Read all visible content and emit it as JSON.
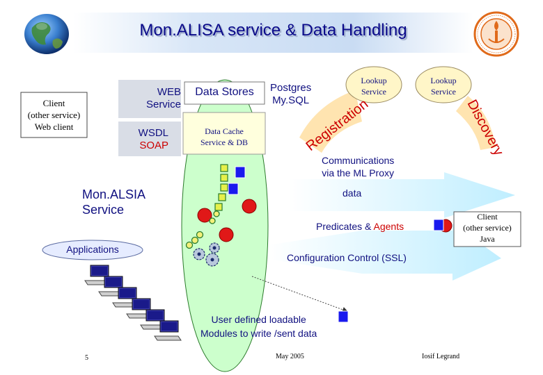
{
  "title": "Mon.ALISA service & Data Handling",
  "client_web": [
    "Client",
    "(other service)",
    "Web client"
  ],
  "web_service": [
    "WEB",
    "Service"
  ],
  "wsdl_soap": [
    "WSDL",
    "SOAP"
  ],
  "data_stores": "Data Stores",
  "postgres": [
    "Postgres",
    "My.SQL"
  ],
  "data_cache": [
    "Data Cache",
    "Service & DB"
  ],
  "lookup_1": [
    "Lookup",
    "Service"
  ],
  "lookup_2": [
    "Lookup",
    "Service"
  ],
  "registration": "Registration",
  "discovery": "Discovery",
  "communications": [
    "Communications",
    "via the  ML Proxy"
  ],
  "data_label": "data",
  "monalisa_service": [
    "Mon.ALSIA",
    "Service"
  ],
  "predicates": "Predicates",
  "ampersand": "&",
  "agents": "Agents",
  "client_java": [
    "Client",
    "(other service)",
    "Java"
  ],
  "applications": "Applications",
  "config_control": "Configuration Control (SSL)",
  "user_modules": [
    "User defined loadable",
    "Modules to write /sent data"
  ],
  "footer": {
    "page": "5",
    "date": "May  2005",
    "author": "Iosif Legrand"
  },
  "colors": {
    "title": "#0a0a8a",
    "service_ellipse": "#ccffcc",
    "arrow": "#ccf2ff",
    "lookup": "#fff6c8",
    "accent_red": "#cc0000"
  }
}
